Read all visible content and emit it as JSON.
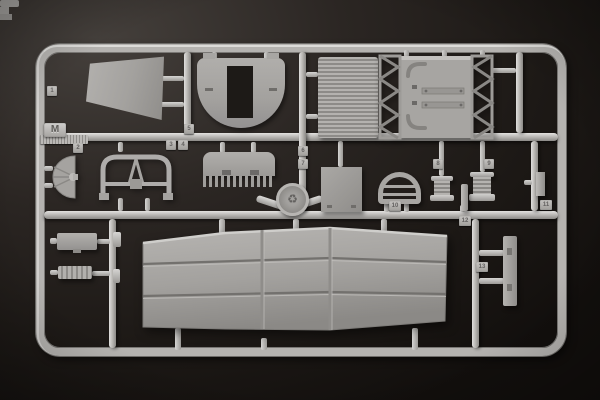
{
  "sprue": {
    "mold_letter": "M",
    "tags": {
      "t1": "1",
      "t2": "2",
      "t3": "3",
      "t4": "4",
      "t5": "5",
      "t6": "6",
      "t7": "7",
      "t8": "8",
      "t9": "9",
      "t10": "10",
      "t11": "11",
      "t12": "12",
      "t13": "13"
    },
    "emblem_glyph": "♻"
  },
  "colors": {
    "background": "#241f1c",
    "plastic_highlight": "#e3e2e0",
    "plastic": "#b5b3b0",
    "plastic_shadow": "#8b8986",
    "part_gray": "#a3a19e"
  }
}
